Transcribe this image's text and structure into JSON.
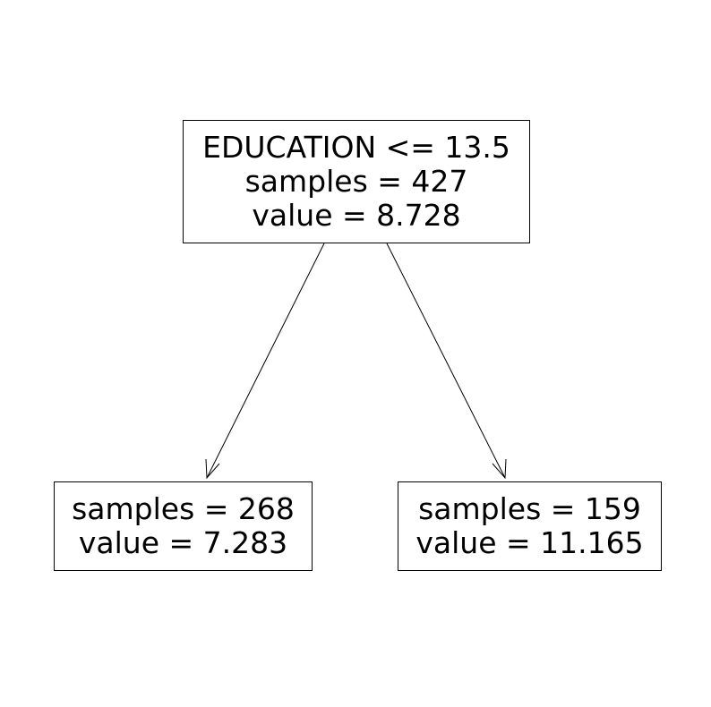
{
  "tree": {
    "root": {
      "condition": "EDUCATION <= 13.5",
      "samples": "samples = 427",
      "value": "value = 8.728"
    },
    "left": {
      "samples": "samples = 268",
      "value": "value = 7.283"
    },
    "right": {
      "samples": "samples = 159",
      "value": "value = 11.165"
    }
  },
  "colors": {
    "line": "#000000",
    "background": "#ffffff"
  }
}
